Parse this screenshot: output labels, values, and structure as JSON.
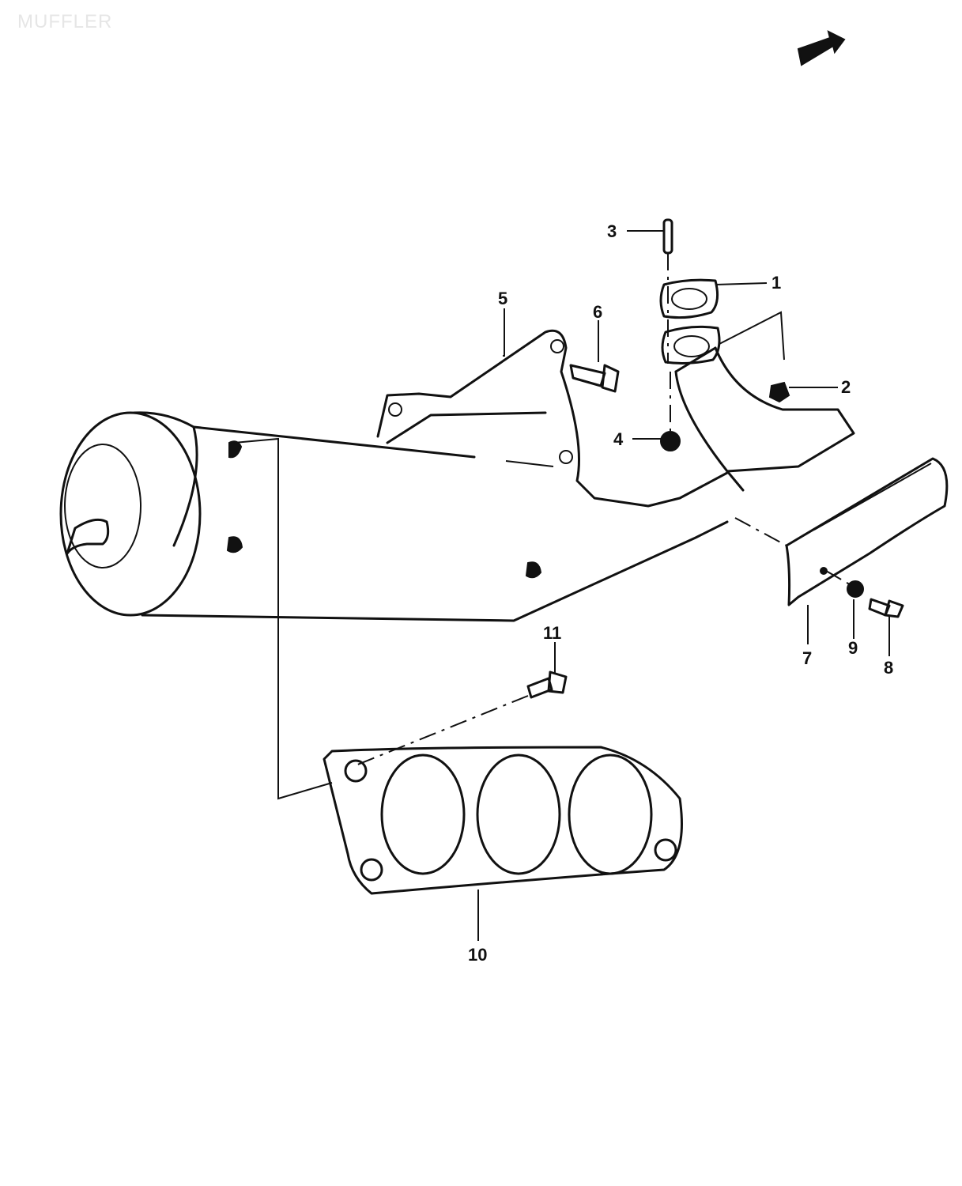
{
  "title": "MUFFLER",
  "callouts": {
    "c1": "1",
    "c2": "2",
    "c3": "3",
    "c4": "4",
    "c5": "5",
    "c6": "6",
    "c7": "7",
    "c8": "8",
    "c9": "9",
    "c10": "10",
    "c11": "11"
  }
}
